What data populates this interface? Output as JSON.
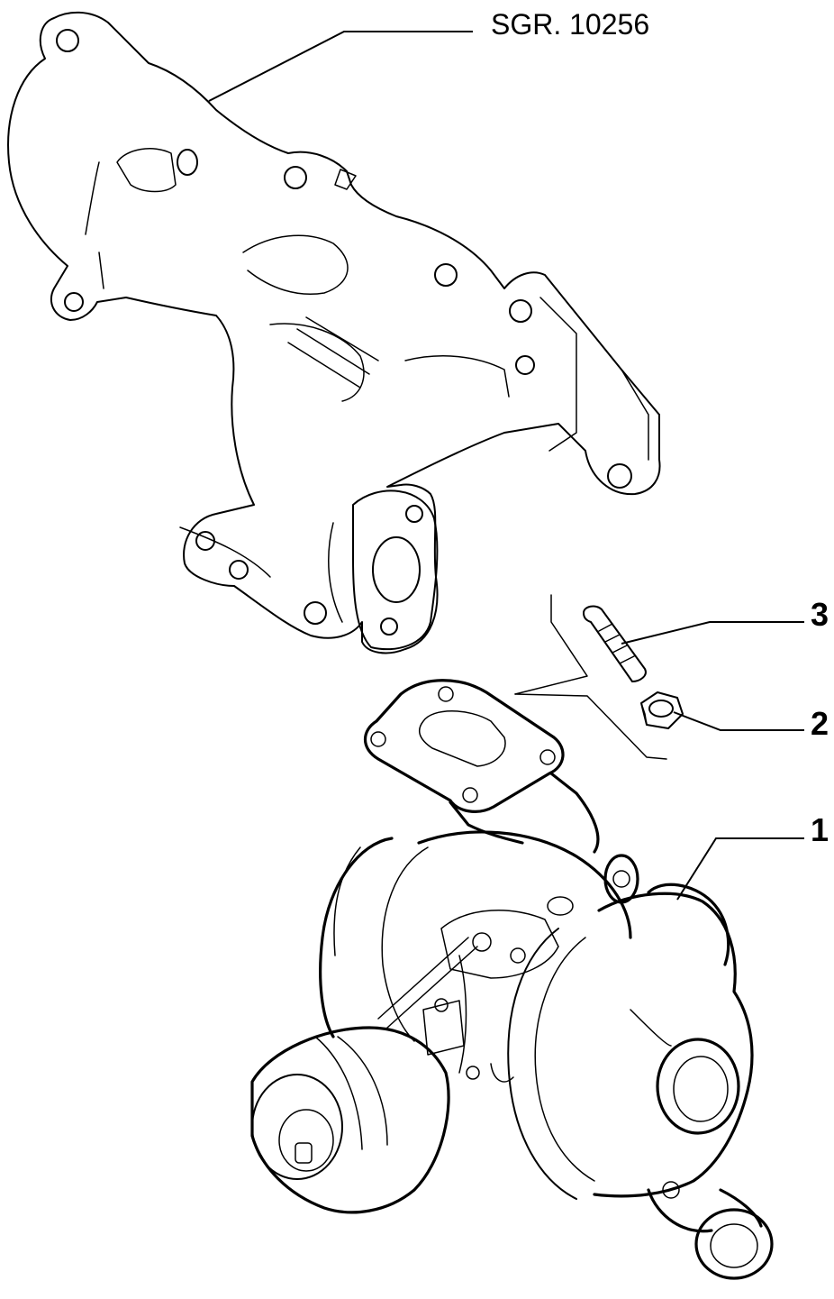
{
  "group_ref": "SGR. 10256",
  "callouts": [
    {
      "number": "3",
      "part": "stud"
    },
    {
      "number": "2",
      "part": "nut"
    },
    {
      "number": "1",
      "part": "turbocharger"
    }
  ],
  "parts": {
    "manifold": "exhaust-manifold",
    "stud": "stud",
    "nut": "nut",
    "turbo": "turbocharger"
  }
}
